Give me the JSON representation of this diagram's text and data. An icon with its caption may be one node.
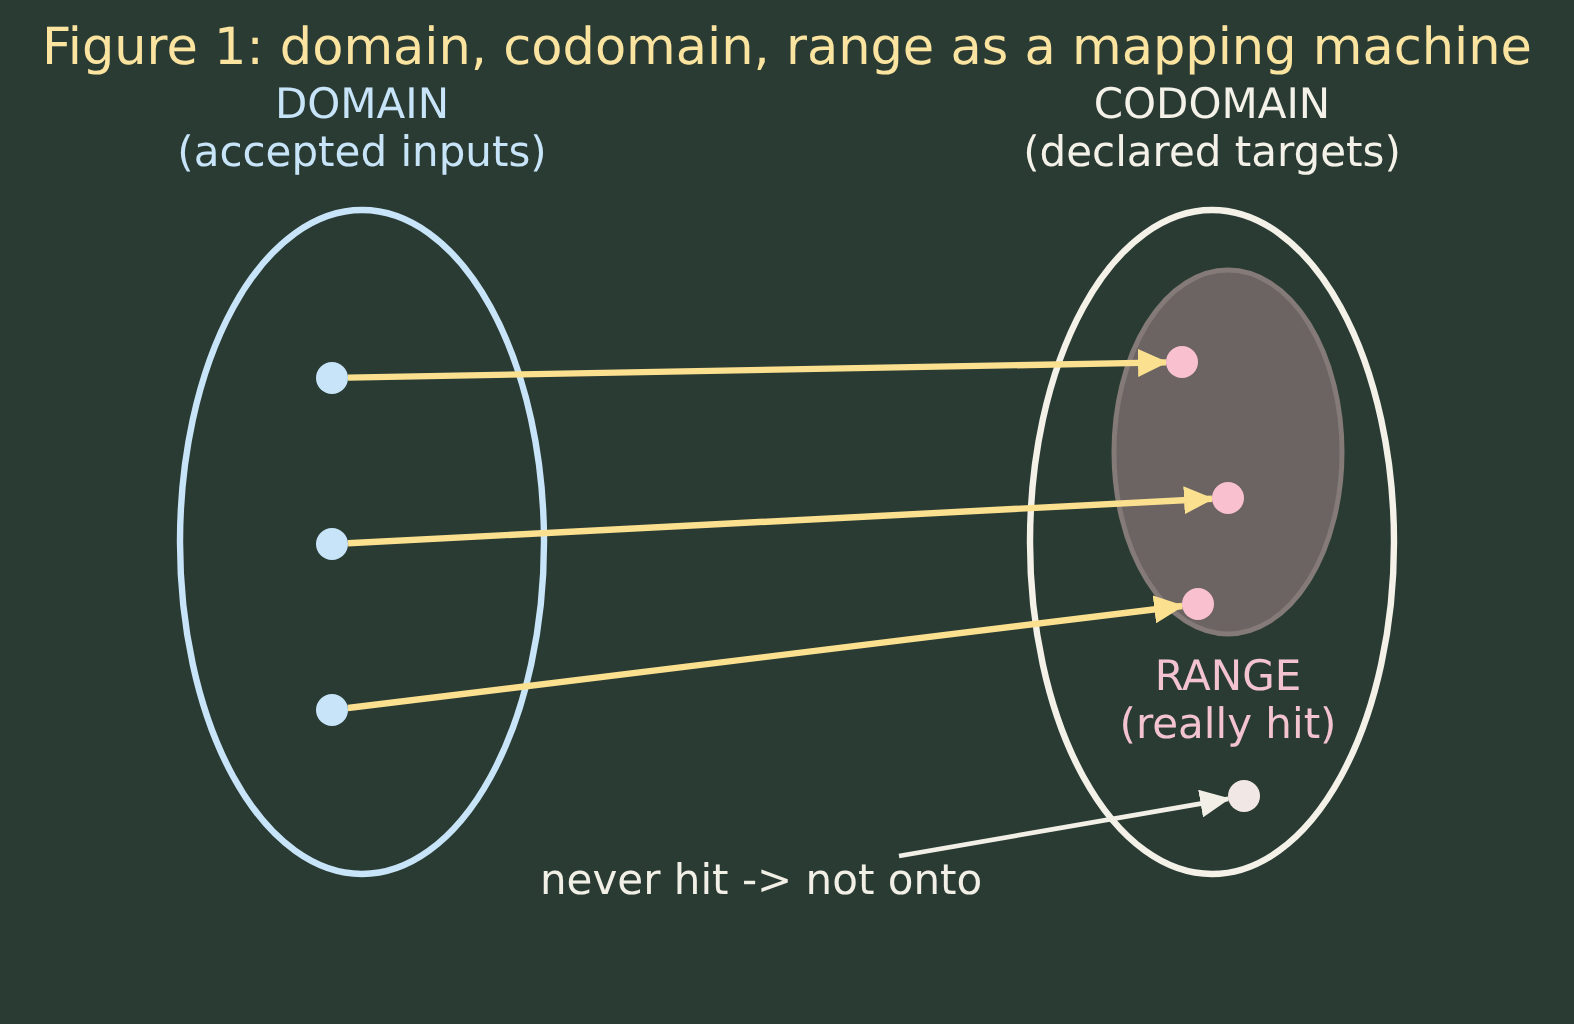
{
  "diagram": {
    "title": "Figure 1: domain, codomain, range as a mapping machine",
    "nodes": [
      {
        "text": [
          "DOMAIN",
          "(accepted inputs)"
        ]
      },
      {
        "text": [],
        "shape": "circle",
        "in": 0
      },
      {
        "text": [],
        "shape": "circle",
        "in": 0
      },
      {
        "text": [],
        "shape": "circle",
        "in": 0
      },
      {
        "text": [
          "CODOMAIN",
          "(declared targets)"
        ]
      },
      {
        "text": [
          "RANGE",
          "(really hit)"
        ],
        "in": 4
      },
      {
        "text": [],
        "shape": "circle",
        "in": 5
      },
      {
        "text": [],
        "shape": "circle",
        "in": 5
      },
      {
        "text": [],
        "shape": "circle",
        "in": 5
      },
      {
        "text": [],
        "shape": "circle",
        "in": 4
      },
      {
        "text": [
          "never hit -> not onto"
        ]
      }
    ],
    "edges": [
      {
        "from": 1,
        "to": 6,
        "arrow": "to"
      },
      {
        "from": 2,
        "to": 7,
        "arrow": "to"
      },
      {
        "from": 3,
        "to": 8,
        "arrow": "to"
      },
      {
        "from": 10,
        "to": 9,
        "arrow": "to",
        "color": "#f2f0e6"
      }
    ]
  }
}
